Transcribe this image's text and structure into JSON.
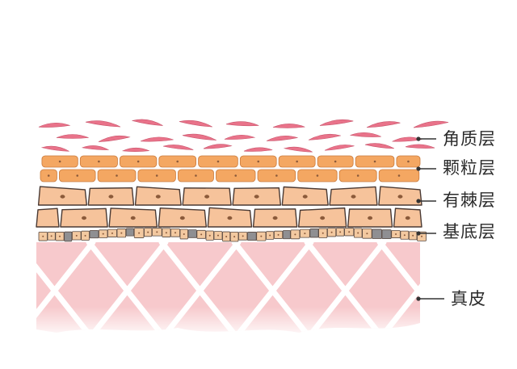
{
  "layers": [
    {
      "key": "stratum_corneum",
      "label": "角质层"
    },
    {
      "key": "stratum_granulosum",
      "label": "颗粒层"
    },
    {
      "key": "stratum_spinosum",
      "label": "有棘层"
    },
    {
      "key": "stratum_basale",
      "label": "基底层"
    },
    {
      "key": "dermis",
      "label": "真皮"
    }
  ],
  "colors": {
    "corneum": "#e9738a",
    "corneum_outline": "#c9546b",
    "granulosum": "#f4a762",
    "granulosum_outline": "#c97a3c",
    "spinosum": "#f6c39b",
    "spinosum_outline": "#4a3a34",
    "basale_light": "#f3c9a0",
    "basale_dark": "#8f8f92",
    "dermis": "#f7c9cc",
    "dermis_line": "#ffffff",
    "nucleus": "#8b5a3a",
    "pointer": "#333333"
  }
}
